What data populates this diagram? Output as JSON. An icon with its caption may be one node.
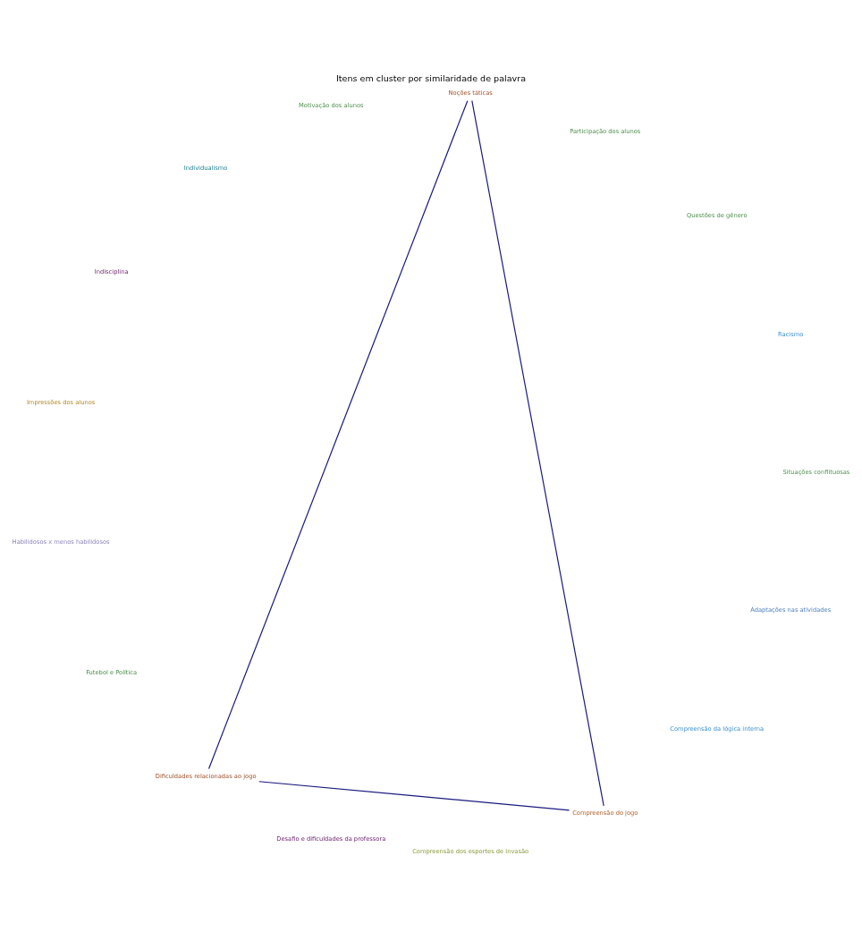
{
  "diagram": {
    "title": "Itens em cluster por similaridade de palavra",
    "nodes": [
      {
        "text": [
          "Adaptações nas atividades"
        ]
      },
      {
        "text": [
          "Compreensão da lógica interna"
        ]
      },
      {
        "text": [
          "Compreensão do jogo"
        ]
      },
      {
        "text": [
          "Compreensão dos esportes de invasão"
        ]
      },
      {
        "text": [
          "Desafio e dificuldades da professora"
        ]
      },
      {
        "text": [
          "Dificuldades relacionadas ao jogo"
        ]
      },
      {
        "text": [
          "Futebol e Política"
        ]
      },
      {
        "text": [
          "Habilidosos x menos habilidosos"
        ]
      },
      {
        "text": [
          "Impressões dos alunos"
        ]
      },
      {
        "text": [
          "Indisciplina"
        ]
      },
      {
        "text": [
          "Individualismo"
        ]
      },
      {
        "text": [
          "Motivação dos alunos"
        ]
      },
      {
        "text": [
          "Noções táticas"
        ]
      },
      {
        "text": [
          "Participação dos alunos"
        ]
      },
      {
        "text": [
          "Questões de gênero"
        ]
      },
      {
        "text": [
          "Racismo"
        ]
      },
      {
        "text": [
          "Situações conflituosas"
        ]
      }
    ],
    "edges": [
      {
        "from": 12,
        "to": 2,
        "arrow": "none"
      },
      {
        "from": 2,
        "to": 5,
        "arrow": "none"
      },
      {
        "from": 12,
        "to": 5,
        "arrow": "none"
      }
    ]
  }
}
